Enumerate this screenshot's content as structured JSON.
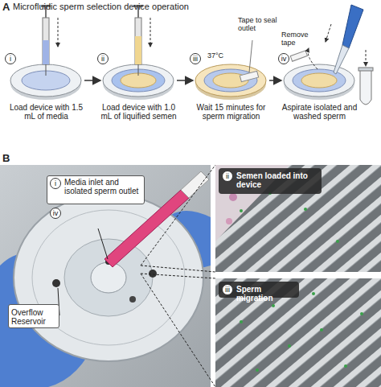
{
  "diagram": {
    "title": "Microfluidic sperm selection device operation",
    "nodes": [
      {
        "text": [
          "i",
          "Load device with 1.5 mL of media"
        ]
      },
      {
        "text": [
          "ii",
          "Load device with 1.0 mL of liquified semen"
        ]
      },
      {
        "text": [
          "iii",
          "Wait 15 minutes for sperm migration"
        ]
      },
      {
        "text": [
          "iv",
          "Aspirate isolated and washed sperm"
        ]
      },
      {
        "text": [
          "i",
          "Media inlet and isolated sperm outlet",
          "iv"
        ]
      },
      {
        "text": [
          "Overflow Reservoir"
        ]
      },
      {
        "text": [
          "ii",
          "Semen loaded into device"
        ]
      },
      {
        "text": [
          "iii",
          "Sperm migration"
        ]
      }
    ],
    "edges": [
      {
        "from": 0,
        "to": 1,
        "arrow": "to"
      },
      {
        "from": 1,
        "to": 2,
        "arrow": "to"
      },
      {
        "from": 2,
        "to": 3,
        "arrow": "to"
      }
    ],
    "labels": [
      "A",
      "37°C",
      "Tape to seal outlet",
      "Remove tape",
      "B"
    ]
  }
}
